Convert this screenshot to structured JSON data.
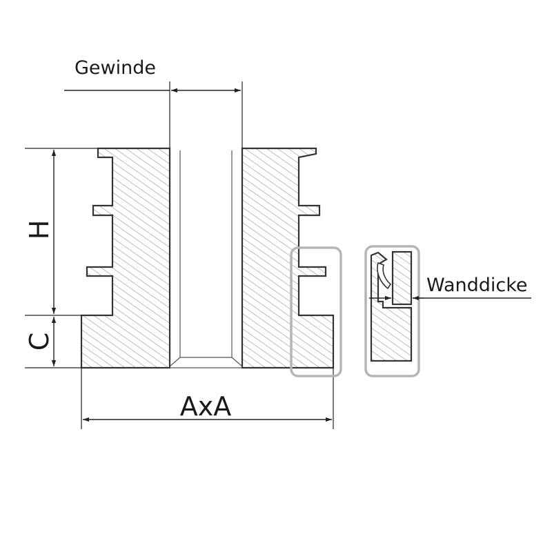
{
  "labels": {
    "thread": "Gewinde",
    "height": "H",
    "collar": "C",
    "outer_size": "AxA",
    "wall_thickness": "Wanddicke"
  },
  "colors": {
    "line": "#333333",
    "hatch": "#8a8a8a",
    "detail_frame": "#b5b5b5",
    "background": "#ffffff"
  }
}
